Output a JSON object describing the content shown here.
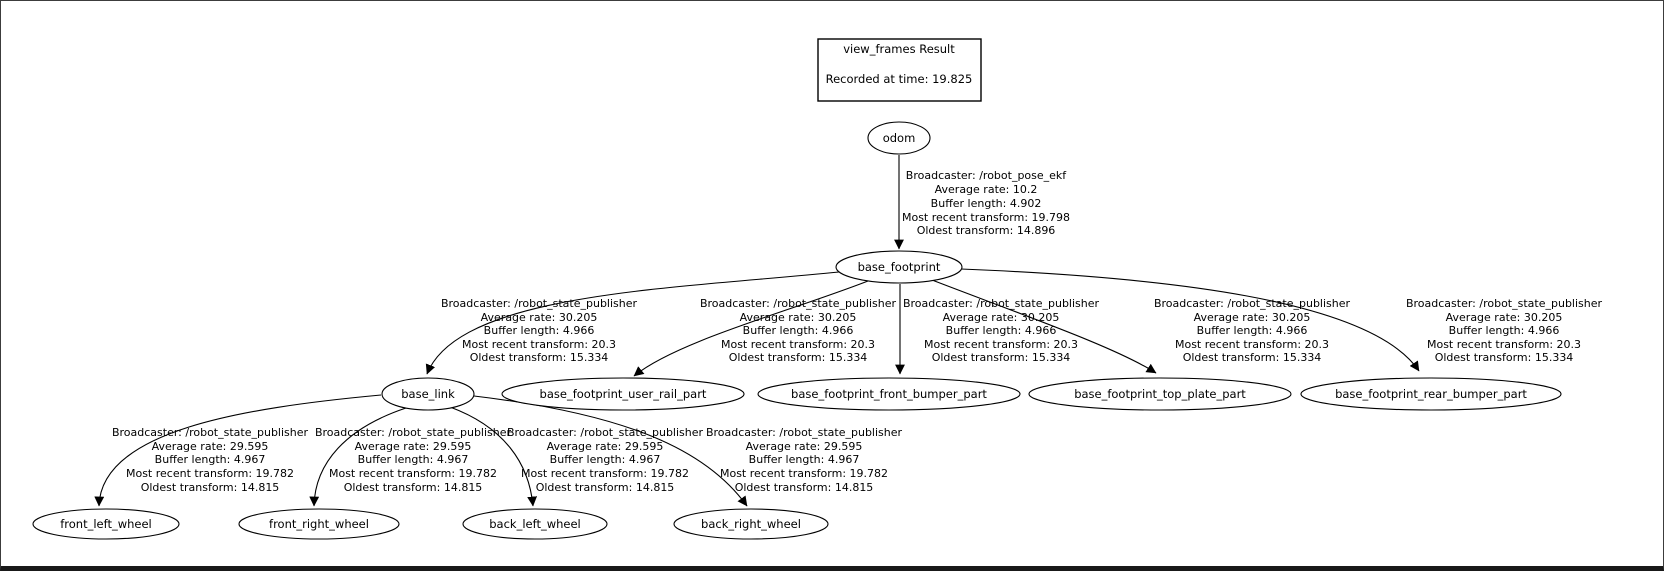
{
  "frame": {
    "colors": {
      "canvas_background": "#ffffff",
      "line": "#000000",
      "border_sides": "#3c3c3c",
      "border_bottom": "#191919"
    }
  },
  "tree": {
    "title_box": {
      "title": "view_frames Result",
      "recorded": "Recorded at time: 19.825"
    },
    "nodes": {
      "odom": {
        "label": "odom"
      },
      "base_footprint": {
        "label": "base_footprint"
      },
      "base_link": {
        "label": "base_link"
      },
      "user_rail": {
        "label": "base_footprint_user_rail_part"
      },
      "front_bumper": {
        "label": "base_footprint_front_bumper_part"
      },
      "top_plate": {
        "label": "base_footprint_top_plate_part"
      },
      "rear_bumper": {
        "label": "base_footprint_rear_bumper_part"
      },
      "front_left_wheel": {
        "label": "front_left_wheel"
      },
      "front_right_wheel": {
        "label": "front_right_wheel"
      },
      "back_left_wheel": {
        "label": "back_left_wheel"
      },
      "back_right_wheel": {
        "label": "back_right_wheel"
      }
    },
    "edges": {
      "odom_to_base_footprint": {
        "from": "odom",
        "to": "base_footprint",
        "lines": [
          "Broadcaster: /robot_pose_ekf",
          "Average rate: 10.2",
          "Buffer length: 4.902",
          "Most recent transform: 19.798",
          "Oldest transform: 14.896"
        ]
      },
      "base_footprint_to_base_link": {
        "from": "base_footprint",
        "to": "base_link",
        "lines": [
          "Broadcaster: /robot_state_publisher",
          "Average rate: 30.205",
          "Buffer length: 4.966",
          "Most recent transform: 20.3",
          "Oldest transform: 15.334"
        ]
      },
      "base_footprint_to_user_rail": {
        "from": "base_footprint",
        "to": "base_footprint_user_rail_part",
        "lines": [
          "Broadcaster: /robot_state_publisher",
          "Average rate: 30.205",
          "Buffer length: 4.966",
          "Most recent transform: 20.3",
          "Oldest transform: 15.334"
        ]
      },
      "base_footprint_to_front_bumper": {
        "from": "base_footprint",
        "to": "base_footprint_front_bumper_part",
        "lines": [
          "Broadcaster: /robot_state_publisher",
          "Average rate: 30.205",
          "Buffer length: 4.966",
          "Most recent transform: 20.3",
          "Oldest transform: 15.334"
        ]
      },
      "base_footprint_to_top_plate": {
        "from": "base_footprint",
        "to": "base_footprint_top_plate_part",
        "lines": [
          "Broadcaster: /robot_state_publisher",
          "Average rate: 30.205",
          "Buffer length: 4.966",
          "Most recent transform: 20.3",
          "Oldest transform: 15.334"
        ]
      },
      "base_footprint_to_rear_bumper": {
        "from": "base_footprint",
        "to": "base_footprint_rear_bumper_part",
        "lines": [
          "Broadcaster: /robot_state_publisher",
          "Average rate: 30.205",
          "Buffer length: 4.966",
          "Most recent transform: 20.3",
          "Oldest transform: 15.334"
        ]
      },
      "base_link_to_front_left_wheel": {
        "from": "base_link",
        "to": "front_left_wheel",
        "lines": [
          "Broadcaster: /robot_state_publisher",
          "Average rate: 29.595",
          "Buffer length: 4.967",
          "Most recent transform: 19.782",
          "Oldest transform: 14.815"
        ]
      },
      "base_link_to_front_right_wheel": {
        "from": "base_link",
        "to": "front_right_wheel",
        "lines": [
          "Broadcaster: /robot_state_publisher",
          "Average rate: 29.595",
          "Buffer length: 4.967",
          "Most recent transform: 19.782",
          "Oldest transform: 14.815"
        ]
      },
      "base_link_to_back_left_wheel": {
        "from": "base_link",
        "to": "back_left_wheel",
        "lines": [
          "Broadcaster: /robot_state_publisher",
          "Average rate: 29.595",
          "Buffer length: 4.967",
          "Most recent transform: 19.782",
          "Oldest transform: 14.815"
        ]
      },
      "base_link_to_back_right_wheel": {
        "from": "base_link",
        "to": "back_right_wheel",
        "lines": [
          "Broadcaster: /robot_state_publisher",
          "Average rate: 29.595",
          "Buffer length: 4.967",
          "Most recent transform: 19.782",
          "Oldest transform: 14.815"
        ]
      }
    }
  }
}
